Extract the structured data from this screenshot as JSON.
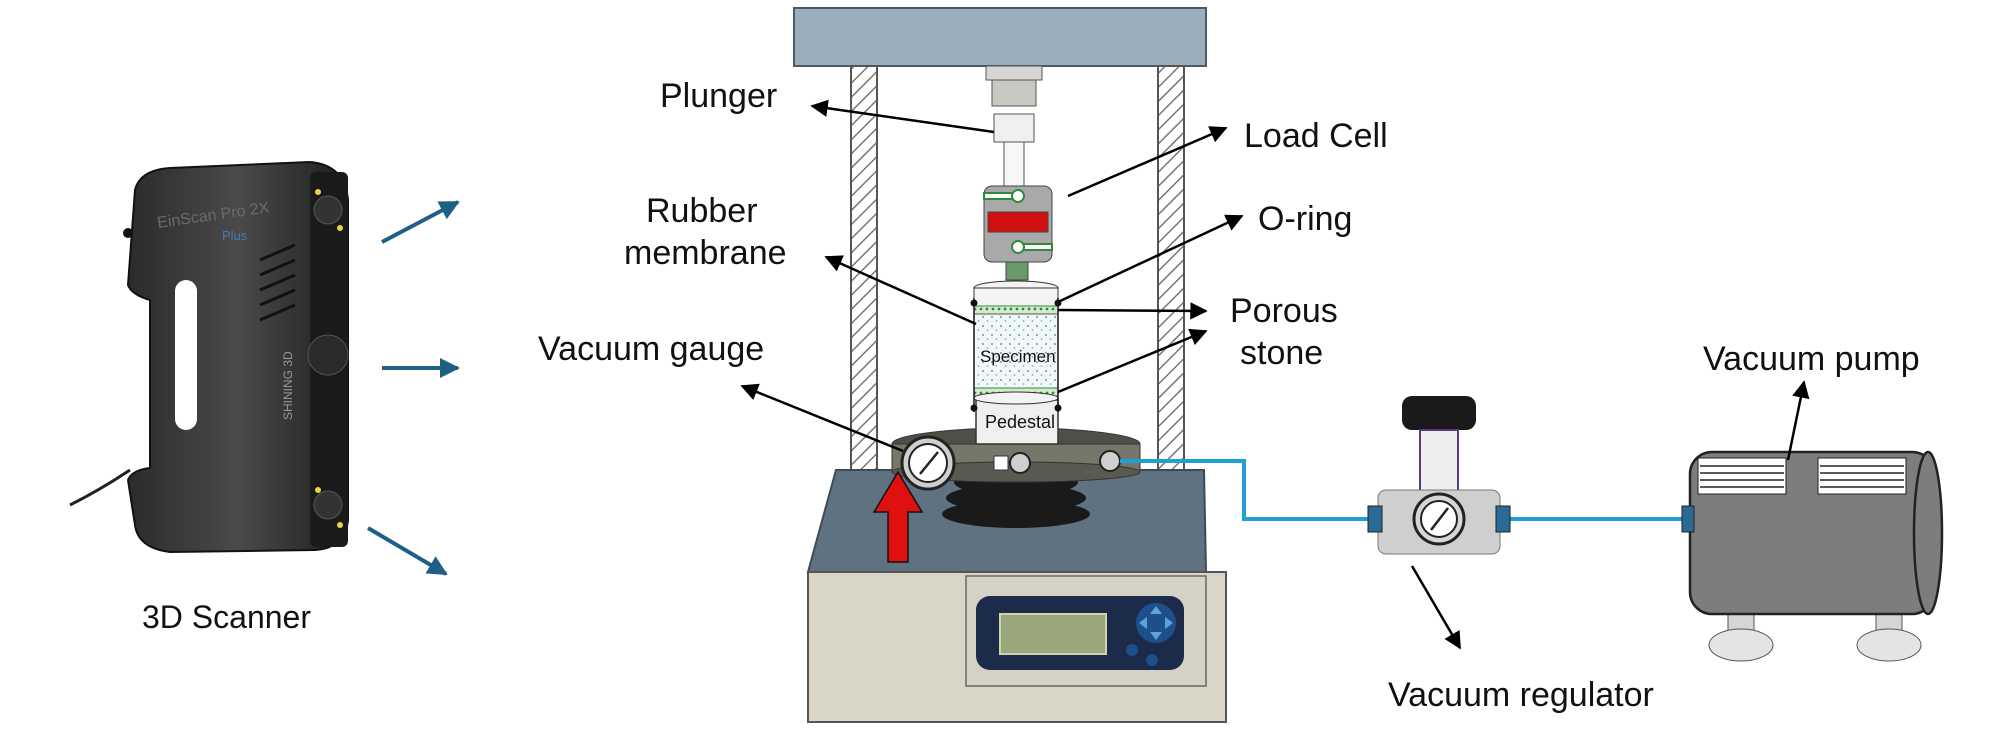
{
  "labels": {
    "scanner": "3D Scanner",
    "scanner_brand": "EinScan Pro 2X",
    "scanner_brand_sub": "Plus",
    "scanner_side": "SHINING 3D",
    "plunger": "Plunger",
    "load_cell": "Load Cell",
    "rubber_membrane_line1": "Rubber",
    "rubber_membrane_line2": "membrane",
    "o_ring": "O-ring",
    "porous_stone_line1": "Porous",
    "porous_stone_line2": "stone",
    "vacuum_gauge": "Vacuum gauge",
    "specimen": "Specimen",
    "pedestal": "Pedestal",
    "vacuum_pump": "Vacuum pump",
    "vacuum_regulator": "Vacuum regulator"
  },
  "colors": {
    "frame_top": "#9aaebe",
    "base_top": "#5f7282",
    "base_body": "#d9d6c8",
    "hose": "#1f9fd6",
    "arrow_red": "#e01010",
    "scanner_arrow": "#1e5f86",
    "pump_body": "#7d7d7d",
    "specimen_fill": "#eef4f5",
    "stone_green": "#2e8b3e",
    "lcd": "#9aa77a"
  },
  "icons": {
    "vacuum_gauge": "pressure-gauge-icon",
    "regulator_gauge": "pressure-gauge-icon",
    "keypad": "direction-pad-icon"
  }
}
